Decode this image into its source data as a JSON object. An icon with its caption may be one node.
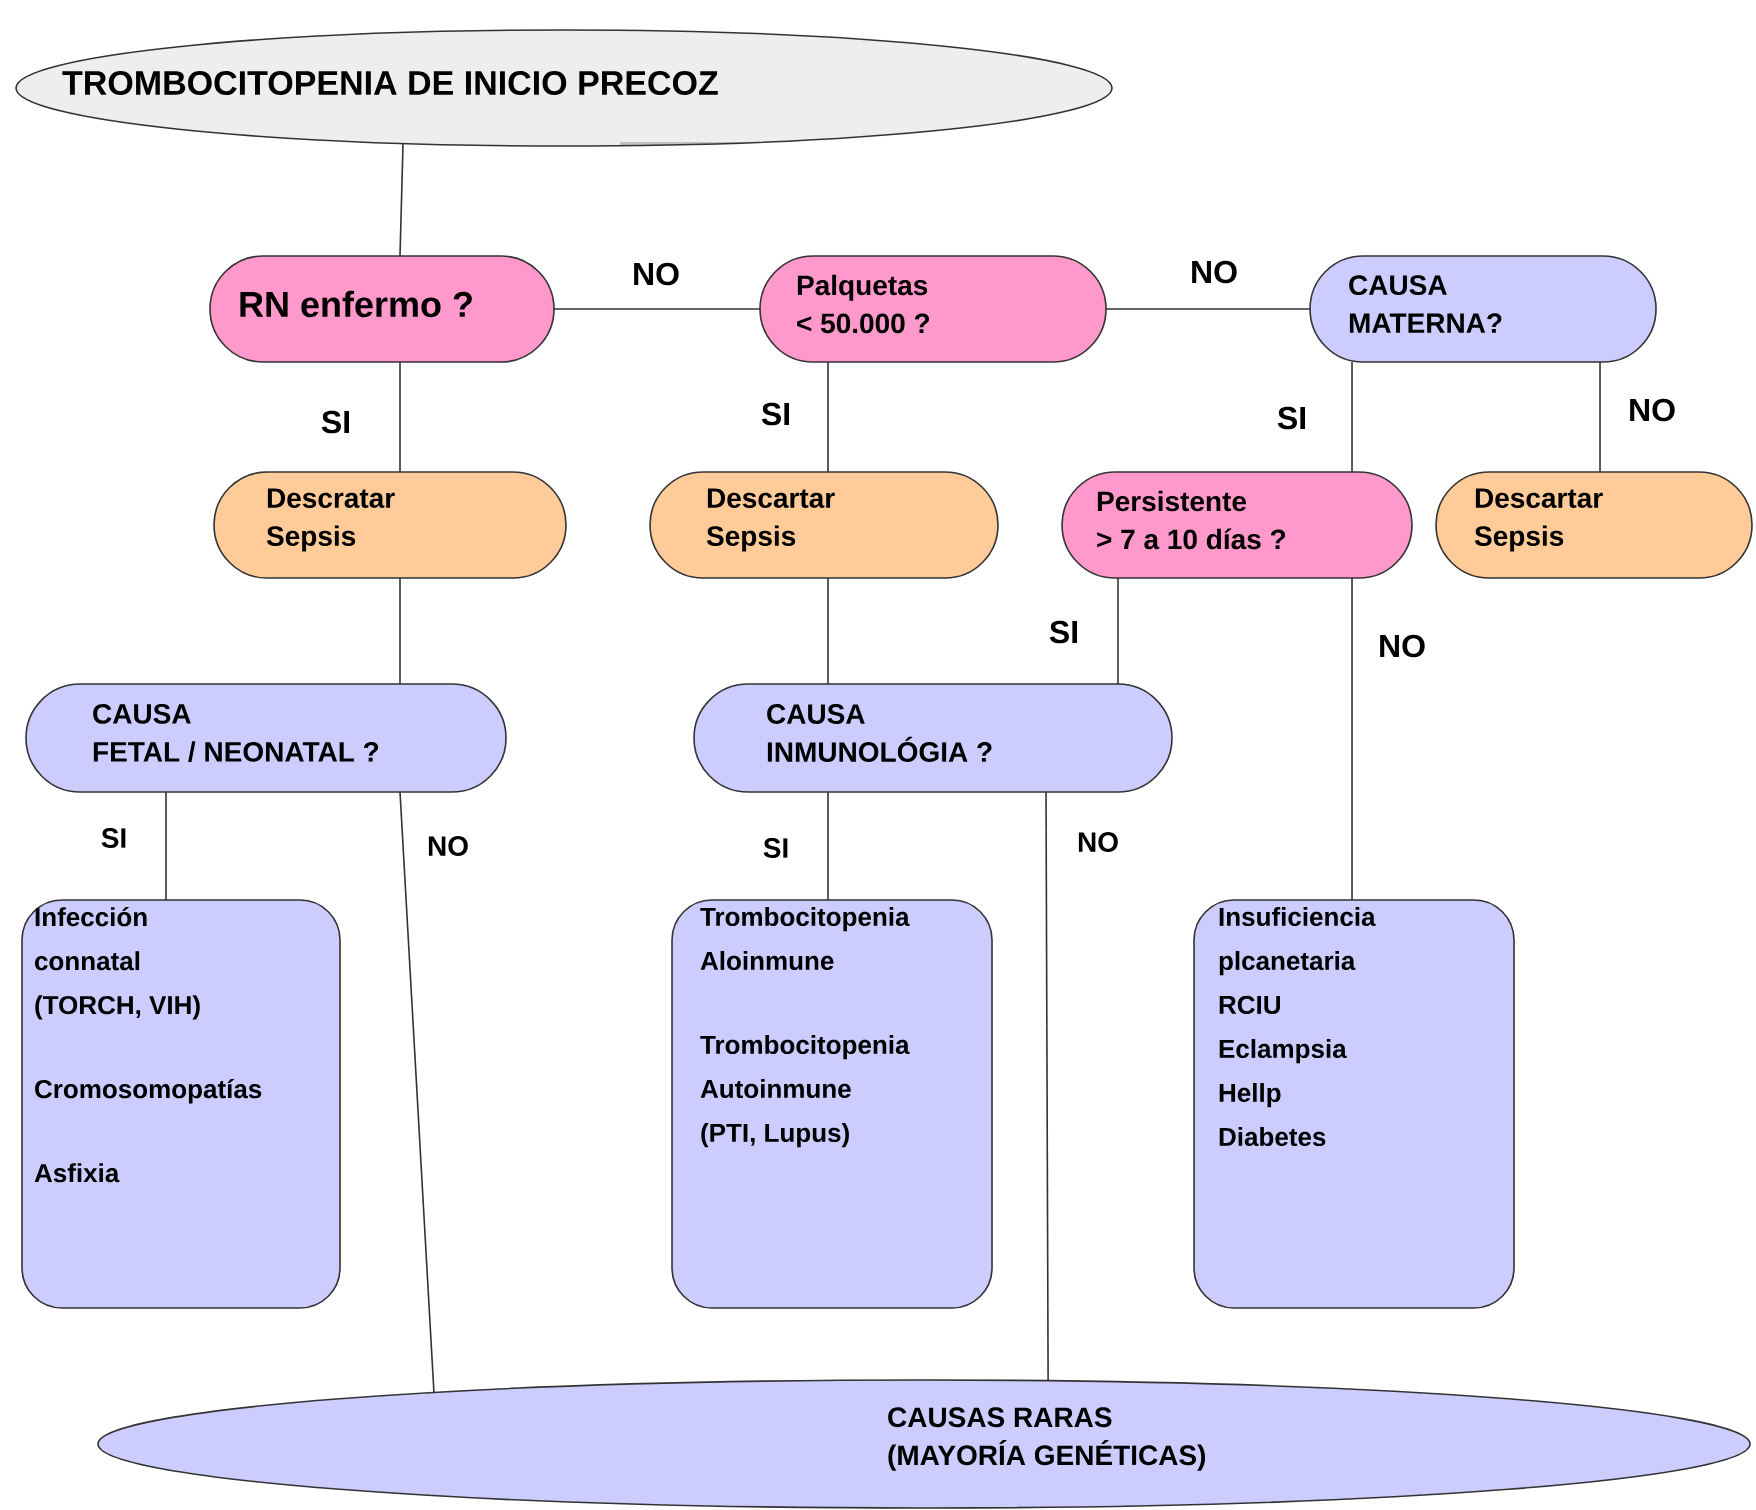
{
  "diagram": {
    "nodes": [
      {
        "text": [
          "TROMBOCITOPENIA DE INICIO PRECOZ"
        ]
      },
      {
        "text": [
          "RN enfermo ?"
        ]
      },
      {
        "text": [
          "Palquetas < 50.000 ?"
        ]
      },
      {
        "text": [
          "CAUSA MATERNA?"
        ]
      },
      {
        "text": [
          "Descratar Sepsis"
        ]
      },
      {
        "text": [
          "Descartar Sepsis"
        ]
      },
      {
        "text": [
          "Persistente > 7 a 10 días ?"
        ]
      },
      {
        "text": [
          "Descartar Sepsis"
        ]
      },
      {
        "text": [
          "CAUSA FETAL / NEONATAL ?"
        ]
      },
      {
        "text": [
          "CAUSA INMUNOLÓGIA ?"
        ]
      },
      {
        "text": [
          "Infección connatal (TORCH, VIH)",
          "Cromosomopatías",
          "Asfixia"
        ]
      },
      {
        "text": [
          "Trombocitopenia Aloinmune",
          "Trombocitopenia Autoinmune (PTI, Lupus)"
        ]
      },
      {
        "text": [
          "Insuficiencia plcanetaria",
          "RCIU",
          "Eclampsia",
          "Hellp",
          "Diabetes"
        ]
      },
      {
        "text": [
          "CAUSAS RARAS (MAYORÍA GENÉTICAS)"
        ]
      }
    ],
    "edges": [
      {
        "from": 0,
        "to": 1,
        "arrow": "none"
      },
      {
        "from": 1,
        "to": 2,
        "arrow": "none",
        "label": "NO"
      },
      {
        "from": 2,
        "to": 3,
        "arrow": "none",
        "label": "NO"
      },
      {
        "from": 1,
        "to": 4,
        "arrow": "none",
        "label": "SI"
      },
      {
        "from": 2,
        "to": 5,
        "arrow": "none",
        "label": "SI"
      },
      {
        "from": 3,
        "to": 6,
        "arrow": "none",
        "label": "SI"
      },
      {
        "from": 3,
        "to": 7,
        "arrow": "none",
        "label": "NO"
      },
      {
        "from": 4,
        "to": 8,
        "arrow": "none"
      },
      {
        "from": 5,
        "to": 9,
        "arrow": "none"
      },
      {
        "from": 6,
        "to": 9,
        "arrow": "none",
        "label": "SI"
      },
      {
        "from": 6,
        "to": 12,
        "arrow": "none",
        "label": "NO"
      },
      {
        "from": 8,
        "to": 10,
        "arrow": "none",
        "label": "SI"
      },
      {
        "from": 8,
        "to": 13,
        "arrow": "none",
        "label": "NO"
      },
      {
        "from": 9,
        "to": 11,
        "arrow": "none",
        "label": "SI"
      },
      {
        "from": 9,
        "to": 13,
        "arrow": "none",
        "label": "NO"
      }
    ]
  }
}
